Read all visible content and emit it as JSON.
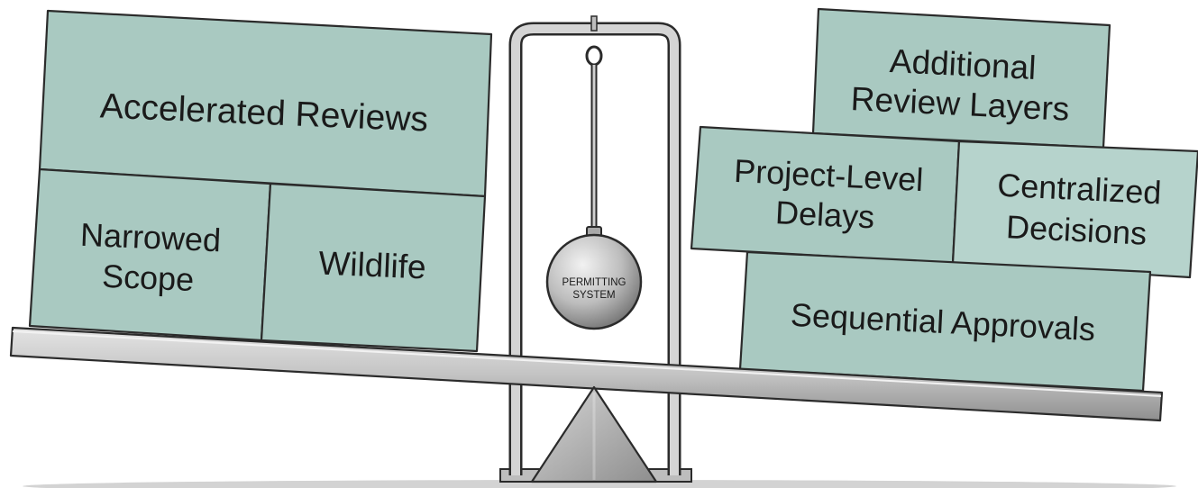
{
  "colors": {
    "block_fill": "#a9c9c1",
    "block_fill_light": "#b6d3cc",
    "outline": "#2b2b2b",
    "metal": "#c9c9c9",
    "ground": "#d3d3d3",
    "background": "#ffffff"
  },
  "left_side": {
    "accelerated_reviews": "Accelerated Reviews",
    "narrowed_scope": {
      "line1": "Narrowed",
      "line2": "Scope"
    },
    "wildlife": "Wildlife"
  },
  "right_side": {
    "additional_review_layers": {
      "line1": "Additional",
      "line2": "Review Layers"
    },
    "project_level_delays": {
      "line1": "Project-Level",
      "line2": "Delays"
    },
    "centralized_decisions": {
      "line1": "Centralized",
      "line2": "Decisions"
    },
    "sequential_approvals": "Sequential Approvals"
  },
  "weight": {
    "line1": "PERMITTING",
    "line2": "SYSTEM"
  }
}
